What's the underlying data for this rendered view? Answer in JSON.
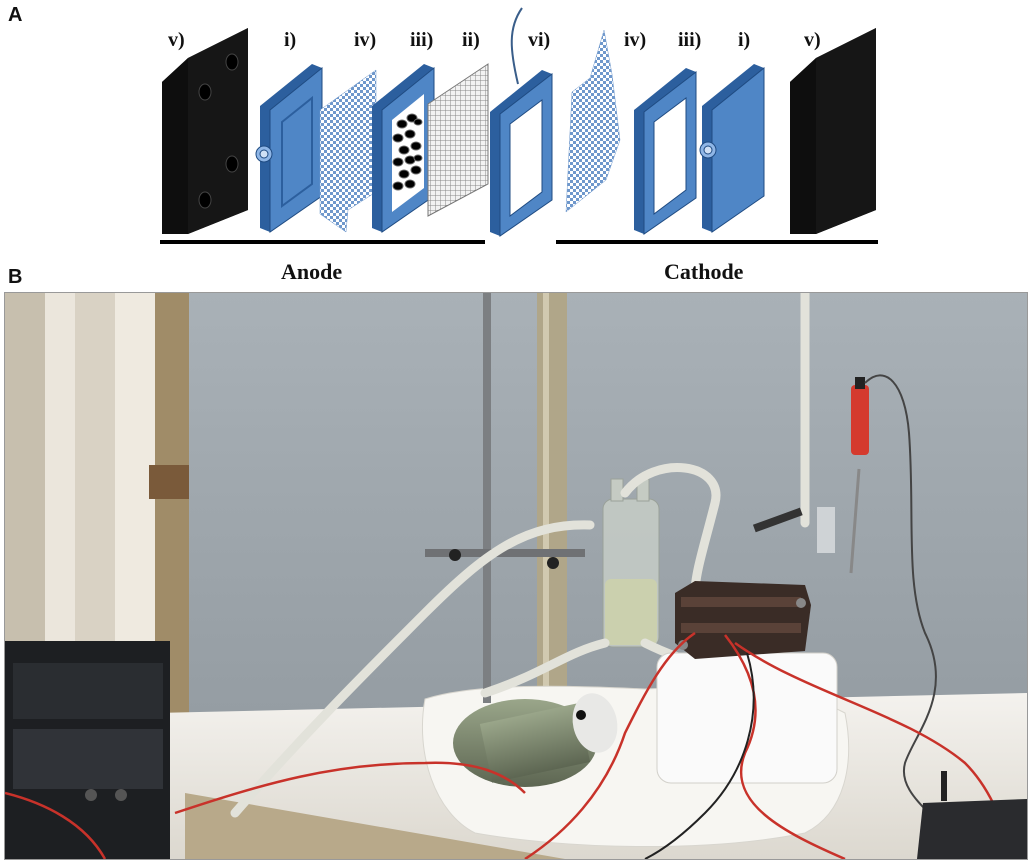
{
  "panels": {
    "a_label": "A",
    "b_label": "B"
  },
  "diagram": {
    "component_labels": [
      "v)",
      "i)",
      "iv)",
      "iii)",
      "ii)",
      "vi)",
      "iv)",
      "iii)",
      "i)",
      "v)"
    ],
    "anode_label": "Anode",
    "cathode_label": "Cathode"
  },
  "photo": {
    "description_icon": "lab-setup-photo"
  },
  "colors": {
    "frame_blue": "#4f86c6",
    "frame_dark_blue": "#2c5f9e",
    "end_plate": "#141414",
    "mesh_blue": "#8fb0d8",
    "wall_grey": "#9aa3aa",
    "bench_white": "#ece9e2"
  }
}
